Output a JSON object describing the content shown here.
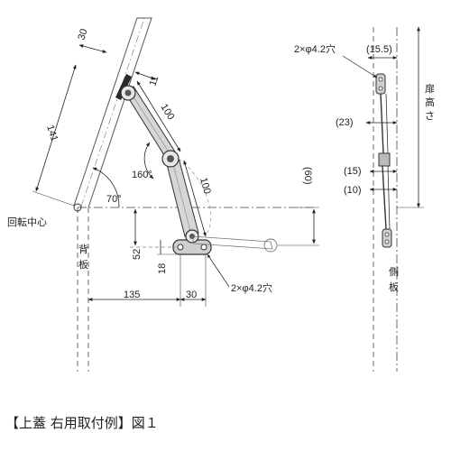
{
  "labels": {
    "d30_top": "30",
    "d11": "11",
    "d100_upper": "100",
    "d141": "141",
    "a70": "70°",
    "a160": "160°",
    "d100_lower": "100",
    "d60": "(60)",
    "pivot": "回転中心",
    "back_1": "背",
    "back_2": "板",
    "d52": "52",
    "d18": "18",
    "d135": "135",
    "d30_bottom": "30",
    "holes_bottom": "2×φ4.2穴",
    "holes_top": "2×φ4.2穴",
    "d15_5": "(15.5)",
    "d23": "(23)",
    "d15": "(15)",
    "d10": "(10)",
    "door_height_1": "扉",
    "door_height_2": "高",
    "door_height_3": "さ",
    "side_1": "側",
    "side_2": "板"
  },
  "caption": "【上蓋 右用取付例】図１"
}
